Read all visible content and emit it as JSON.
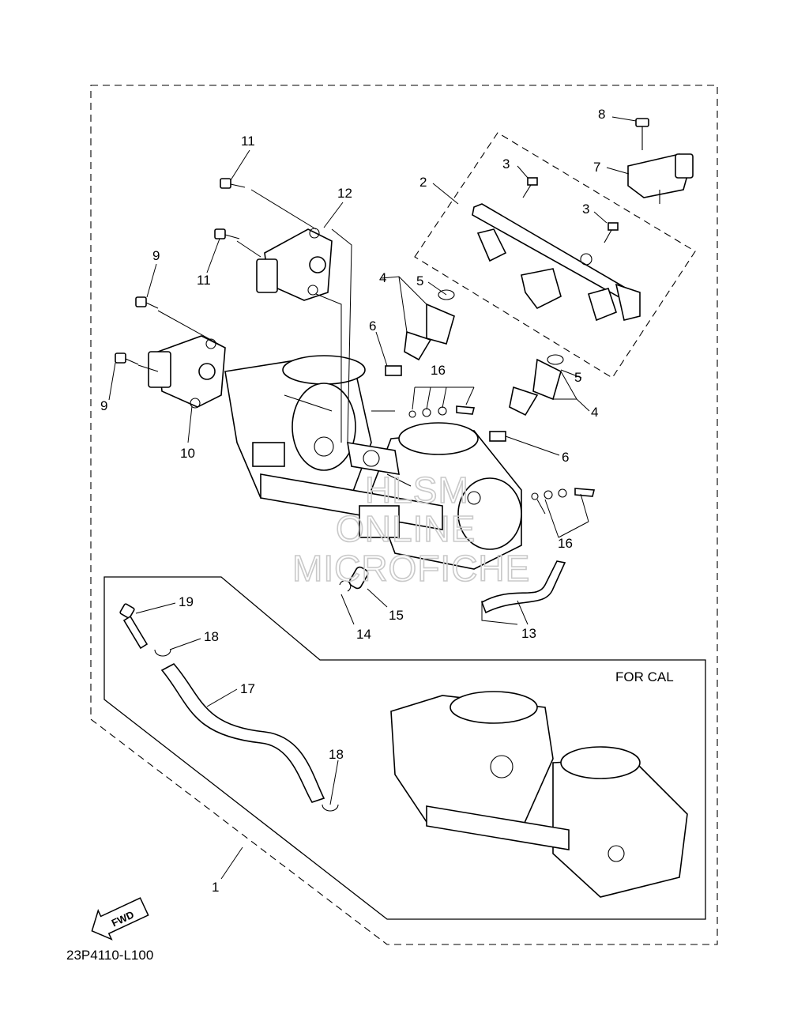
{
  "drawing_code": "23P4110-L100",
  "variant_label": "FOR CAL",
  "fwd_label": "FWD",
  "watermark": [
    "HLSM",
    "ONLINE",
    "MICROFICHE"
  ],
  "callouts": {
    "c1": "1",
    "c2": "2",
    "c3a": "3",
    "c3b": "3",
    "c4a": "4",
    "c4b": "4",
    "c5a": "5",
    "c5b": "5",
    "c6a": "6",
    "c6b": "6",
    "c7": "7",
    "c8": "8",
    "c9a": "9",
    "c9b": "9",
    "c10": "10",
    "c11a": "11",
    "c11b": "11",
    "c12": "12",
    "c13": "13",
    "c14": "14",
    "c15": "15",
    "c16a": "16",
    "c16b": "16",
    "c17": "17",
    "c18a": "18",
    "c18b": "18",
    "c19": "19"
  }
}
